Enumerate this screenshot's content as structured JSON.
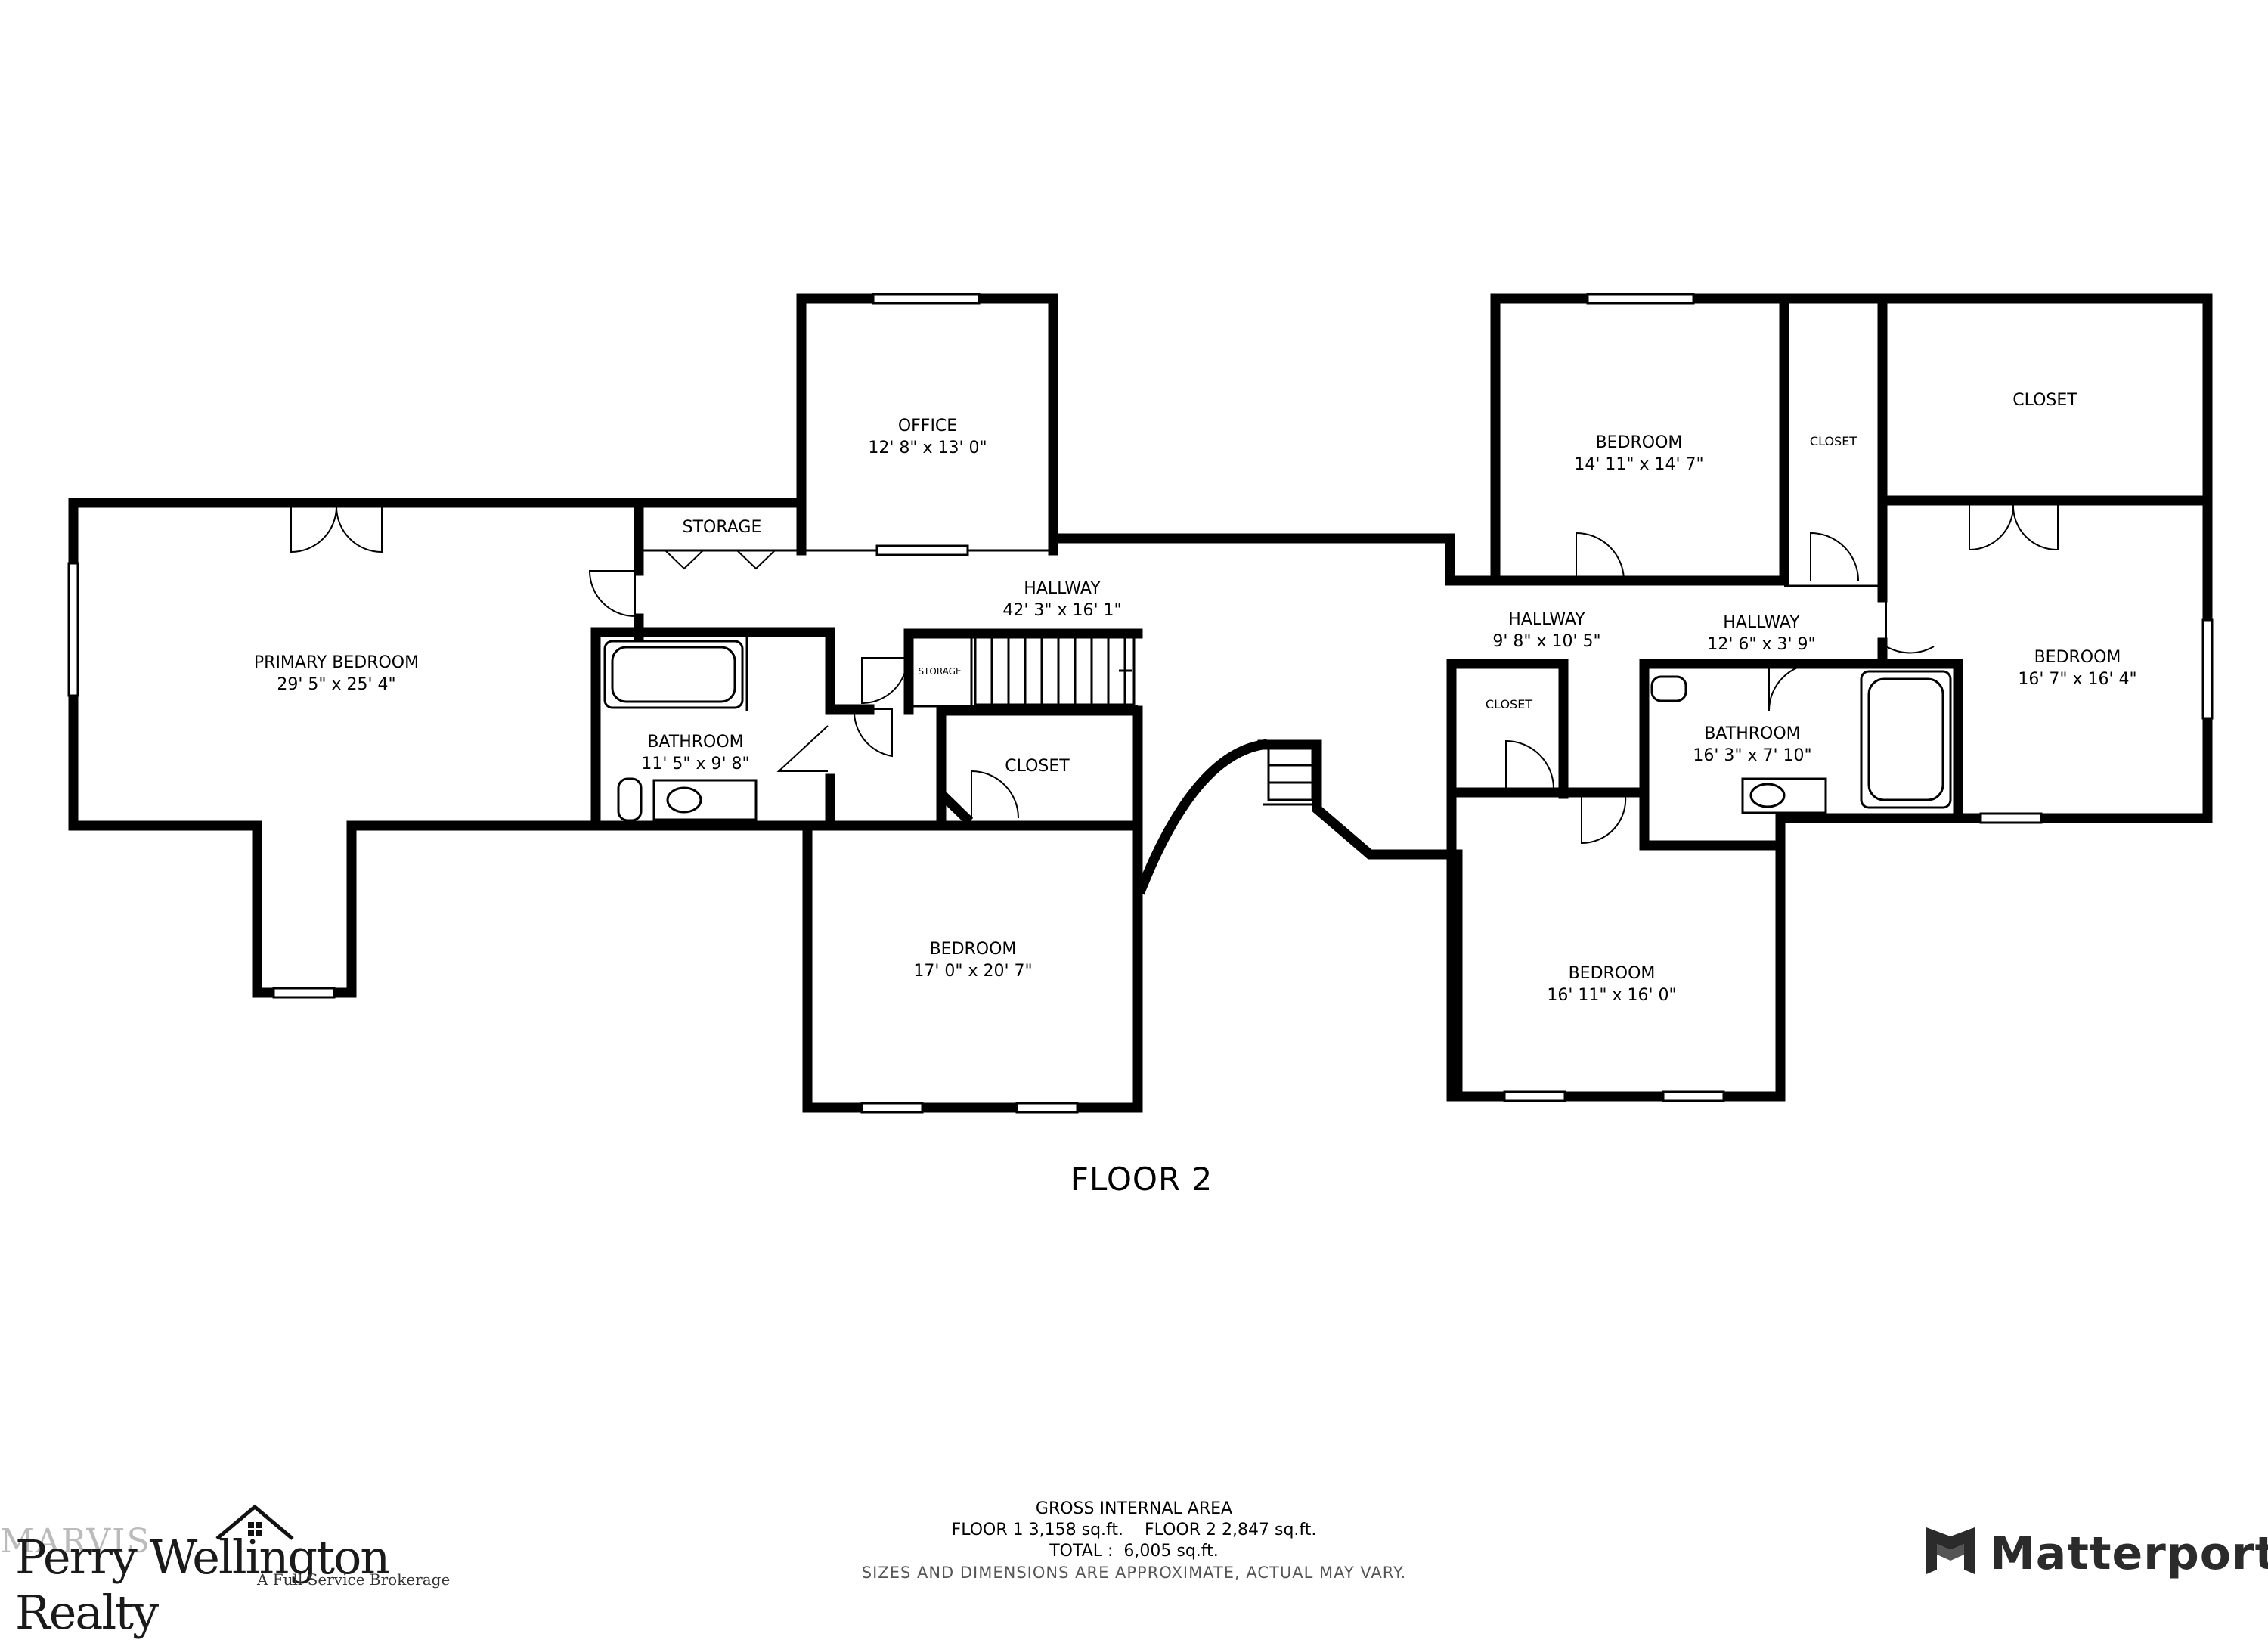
{
  "floor_title": "FLOOR 2",
  "rooms": {
    "primary_bedroom": {
      "name": "PRIMARY BEDROOM",
      "dims": "29' 5\" x 25' 4\""
    },
    "storage_top": {
      "name": "STORAGE"
    },
    "office": {
      "name": "OFFICE",
      "dims": "12' 8\" x 13' 0\""
    },
    "hallway_main": {
      "name": "HALLWAY",
      "dims": "42' 3\" x 16' 1\""
    },
    "bathroom_left": {
      "name": "BATHROOM",
      "dims": "11' 5\" x 9' 8\""
    },
    "storage_small": {
      "name": "STORAGE"
    },
    "closet_center": {
      "name": "CLOSET"
    },
    "bedroom_center": {
      "name": "BEDROOM",
      "dims": "17' 0\" x 20' 7\""
    },
    "bedroom_top_right": {
      "name": "BEDROOM",
      "dims": "14' 11\" x 14' 7\""
    },
    "closet_narrow": {
      "name": "CLOSET"
    },
    "closet_top_right": {
      "name": "CLOSET"
    },
    "hallway_mid": {
      "name": "HALLWAY",
      "dims": "9' 8\" x 10' 5\""
    },
    "hallway_right": {
      "name": "HALLWAY",
      "dims": "12' 6\" x 3' 9\""
    },
    "bedroom_right": {
      "name": "BEDROOM",
      "dims": "16' 7\" x 16' 4\""
    },
    "closet_small_right": {
      "name": "CLOSET"
    },
    "bathroom_right": {
      "name": "BATHROOM",
      "dims": "16' 3\" x 7' 10\""
    },
    "bedroom_bottom_right": {
      "name": "BEDROOM",
      "dims": "16' 11\" x 16' 0\""
    }
  },
  "area": {
    "title": "GROSS INTERNAL AREA",
    "floors": "FLOOR 1 3,158 sq.ft.    FLOOR 2 2,847 sq.ft.",
    "total": "TOTAL :  6,005 sq.ft.",
    "note": "SIZES AND DIMENSIONS ARE APPROXIMATE, ACTUAL MAY VARY."
  },
  "branding": {
    "left_name": "Perry Wellington Realty",
    "left_tagline": "A Full Service Brokerage",
    "left_background_mark": "MARVIS",
    "right_name": "Matterport"
  }
}
